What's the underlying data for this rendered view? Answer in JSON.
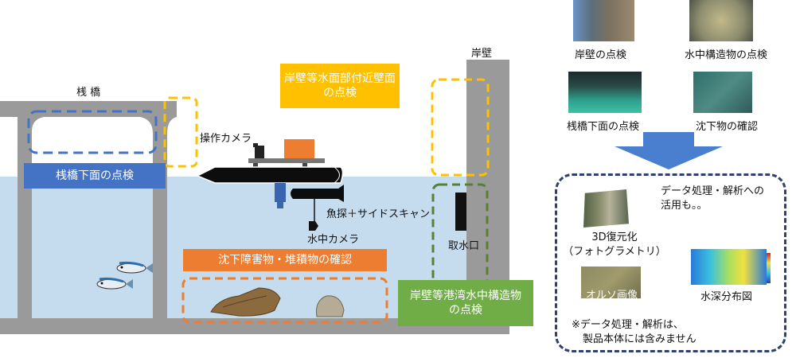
{
  "labels": {
    "pier": "桟 橋",
    "quay_wall": "岸壁",
    "operation_camera": "操作カメラ",
    "fish_finder": "魚探＋サイドスキャン",
    "underwater_camera": "水中カメラ",
    "water_intake": "取水口"
  },
  "boxes": {
    "pier_underside": "桟橋下面の点検",
    "waterline_wall_line1": "岸壁等水面部付近壁面",
    "waterline_wall_line2": "の点検",
    "sunken_obstacles": "沈下障害物・堆積物の確認",
    "underwater_structure_line1": "岸壁等港湾水中構造物",
    "underwater_structure_line2": "の点検"
  },
  "thumbnails": [
    {
      "caption": "岸壁の点検"
    },
    {
      "caption": "水中構造物の点検"
    },
    {
      "caption": "桟橋下面の点検"
    },
    {
      "caption": "沈下物の確認"
    }
  ],
  "panel": {
    "data_use_line1": "データ処理・解析への",
    "data_use_line2": "活用も。。",
    "model_caption_line1": "3D復元化",
    "model_caption_line2": "（フォトグラメトリ）",
    "ortho_label": "オルソ画像",
    "depth_caption": "水深分布図",
    "note_line1": "※データ処理・解析は、",
    "note_line2": "製品本体には含みません"
  },
  "colors": {
    "water": "#c5dcee",
    "structure": "#9a9a9a",
    "blue_dash": "#4472c4",
    "yellow": "#ffc000",
    "orange": "#ed7d31",
    "green": "#70ad47",
    "navy": "#2f3f6f",
    "arrow": "#4a7fd0"
  }
}
